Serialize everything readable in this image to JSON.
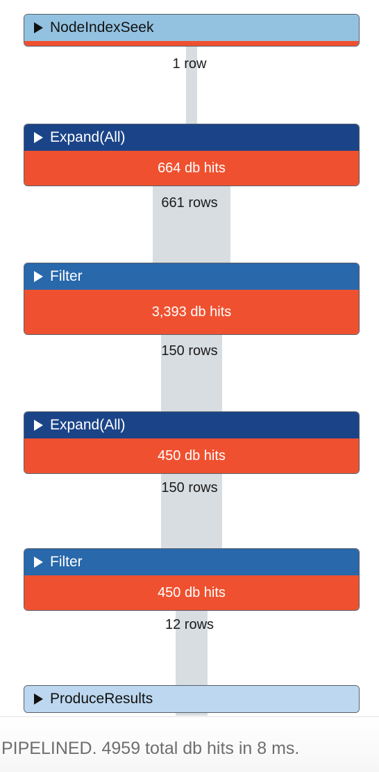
{
  "colors": {
    "node_index_seek_header": "#93c2e1",
    "expand_header": "#1b4488",
    "filter_header": "#2868ab",
    "produce_results_header": "#bcd7ef",
    "db_hits": "#ef5130",
    "connector": "#d8dde1",
    "dark_text": "#111111",
    "light_text": "#ffffff"
  },
  "operators": [
    {
      "name": "NodeIndexSeek",
      "db_hits": "",
      "icon": "triangle-icon"
    },
    {
      "name": "Expand(All)",
      "db_hits": "664 db hits",
      "icon": "triangle-icon"
    },
    {
      "name": "Filter",
      "db_hits": "3,393 db hits",
      "icon": "triangle-icon"
    },
    {
      "name": "Expand(All)",
      "db_hits": "450 db hits",
      "icon": "triangle-icon"
    },
    {
      "name": "Filter",
      "db_hits": "450 db hits",
      "icon": "triangle-icon"
    },
    {
      "name": "ProduceResults",
      "db_hits": "",
      "icon": "triangle-icon"
    }
  ],
  "edges": [
    {
      "label": "1 row"
    },
    {
      "label": "661 rows"
    },
    {
      "label": "150 rows"
    },
    {
      "label": "150 rows"
    },
    {
      "label": "12 rows"
    }
  ],
  "footer": {
    "summary": "PIPELINED. 4959 total db hits in 8 ms."
  }
}
